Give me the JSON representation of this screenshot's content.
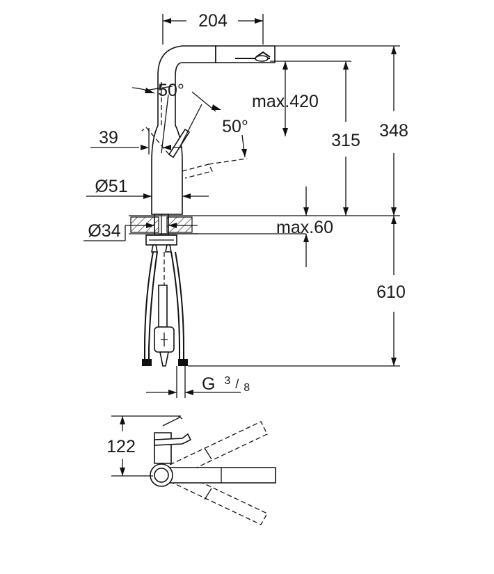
{
  "dimensions": {
    "width_top": "204",
    "angle_left": "50°",
    "angle_right": "50°",
    "spout_pullout": "max.420",
    "spout_height": "315",
    "total_height": "348",
    "lever_offset": "39",
    "body_diameter": "Ø51",
    "hole_diameter": "Ø34",
    "counter_thickness": "max.60",
    "hose_length": "610",
    "connection_thread_main": "G",
    "connection_thread_num": "3",
    "connection_thread_den": "8",
    "plan_depth": "122"
  },
  "colors": {
    "line": "#111111",
    "background": "#ffffff"
  }
}
